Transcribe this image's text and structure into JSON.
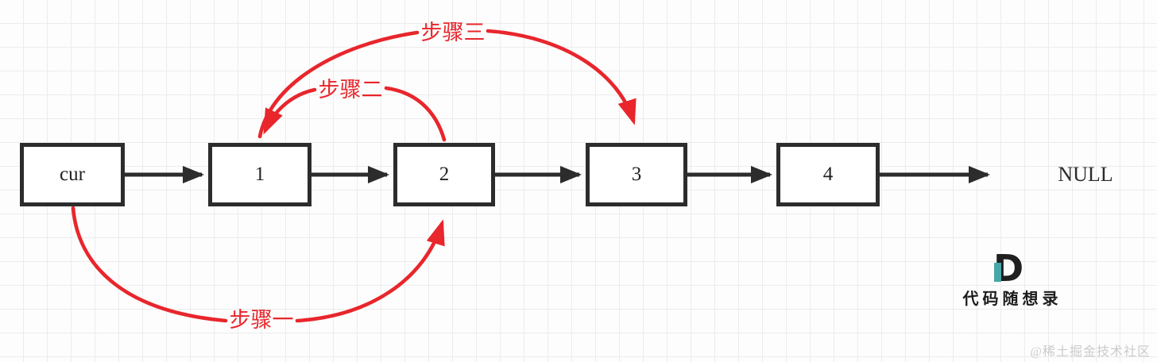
{
  "diagram": {
    "title_hint": "linked-list swap steps diagram",
    "nodes": [
      {
        "label": "cur"
      },
      {
        "label": "1"
      },
      {
        "label": "2"
      },
      {
        "label": "3"
      },
      {
        "label": "4"
      }
    ],
    "null_label": "NULL",
    "steps": [
      {
        "label": "步骤一",
        "from": "cur (bottom)",
        "to": "node 2 (bottom)"
      },
      {
        "label": "步骤二",
        "from": "node 2 (top)",
        "to": "node 1 (top)"
      },
      {
        "label": "步骤三",
        "from": "node 1 (top)",
        "to": "node 3 (top)"
      }
    ],
    "colors": {
      "node_border": "#2c2c2c",
      "black_arrow": "#2c2c2c",
      "red_arrow": "#e8262c",
      "grid_line": "#ececec",
      "background": "#fdfdfd",
      "logo_teal": "#47a6a8",
      "watermark_gray": "#cbcbcb"
    }
  },
  "watermark": {
    "logo_letter": "D",
    "brand": "代码随想录",
    "community": "@稀土掘金技术社区"
  }
}
